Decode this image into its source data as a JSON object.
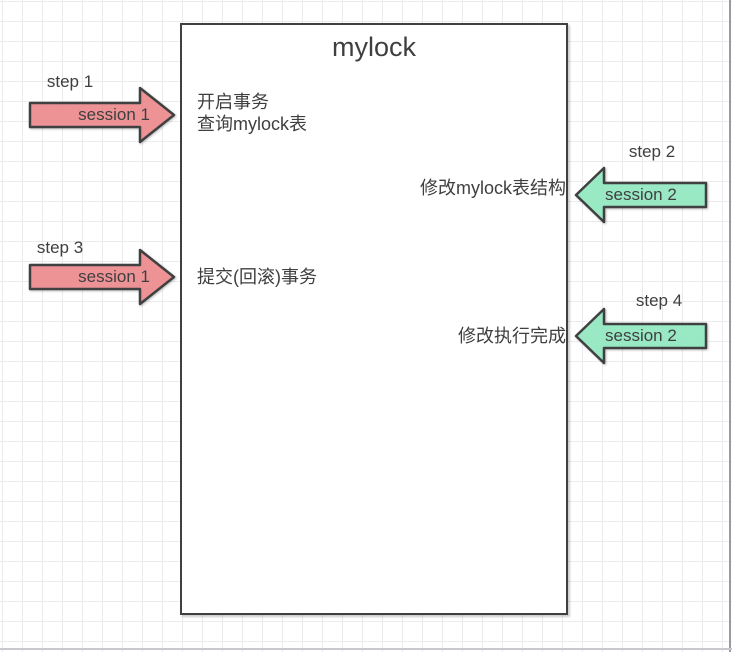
{
  "title": "mylock",
  "colors": {
    "session1_fill": "#F5898C",
    "session2_fill": "#90EFC4",
    "outline": "#404040",
    "text": "#3F3F3F"
  },
  "steps": [
    {
      "step_label": "step 1",
      "session_label": "session 1",
      "direction": "right",
      "actions": [
        "开启事务",
        "查询mylock表"
      ]
    },
    {
      "step_label": "step 2",
      "session_label": "session 2",
      "direction": "left",
      "actions": [
        "修改mylock表结构"
      ]
    },
    {
      "step_label": "step 3",
      "session_label": "session 1",
      "direction": "right",
      "actions": [
        "提交(回滚)事务"
      ]
    },
    {
      "step_label": "step 4",
      "session_label": "session 2",
      "direction": "left",
      "actions": [
        "修改执行完成"
      ]
    }
  ]
}
